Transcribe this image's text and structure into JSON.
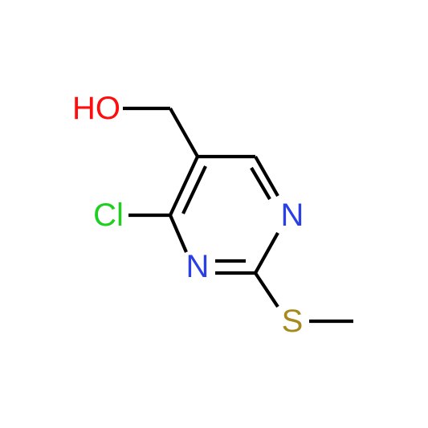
{
  "molecule": {
    "atoms": {
      "hydroxyl": {
        "label": "HO",
        "color": "#ff0d0d"
      },
      "chlorine": {
        "label": "Cl",
        "color": "#1fcf1f"
      },
      "ring_n_right": {
        "label": "N",
        "color": "#2b3fe6"
      },
      "ring_n_left": {
        "label": "N",
        "color": "#2b3fe6"
      },
      "sulfur": {
        "label": "S",
        "color": "#a58a1f"
      }
    },
    "bond_color": "#000000"
  }
}
